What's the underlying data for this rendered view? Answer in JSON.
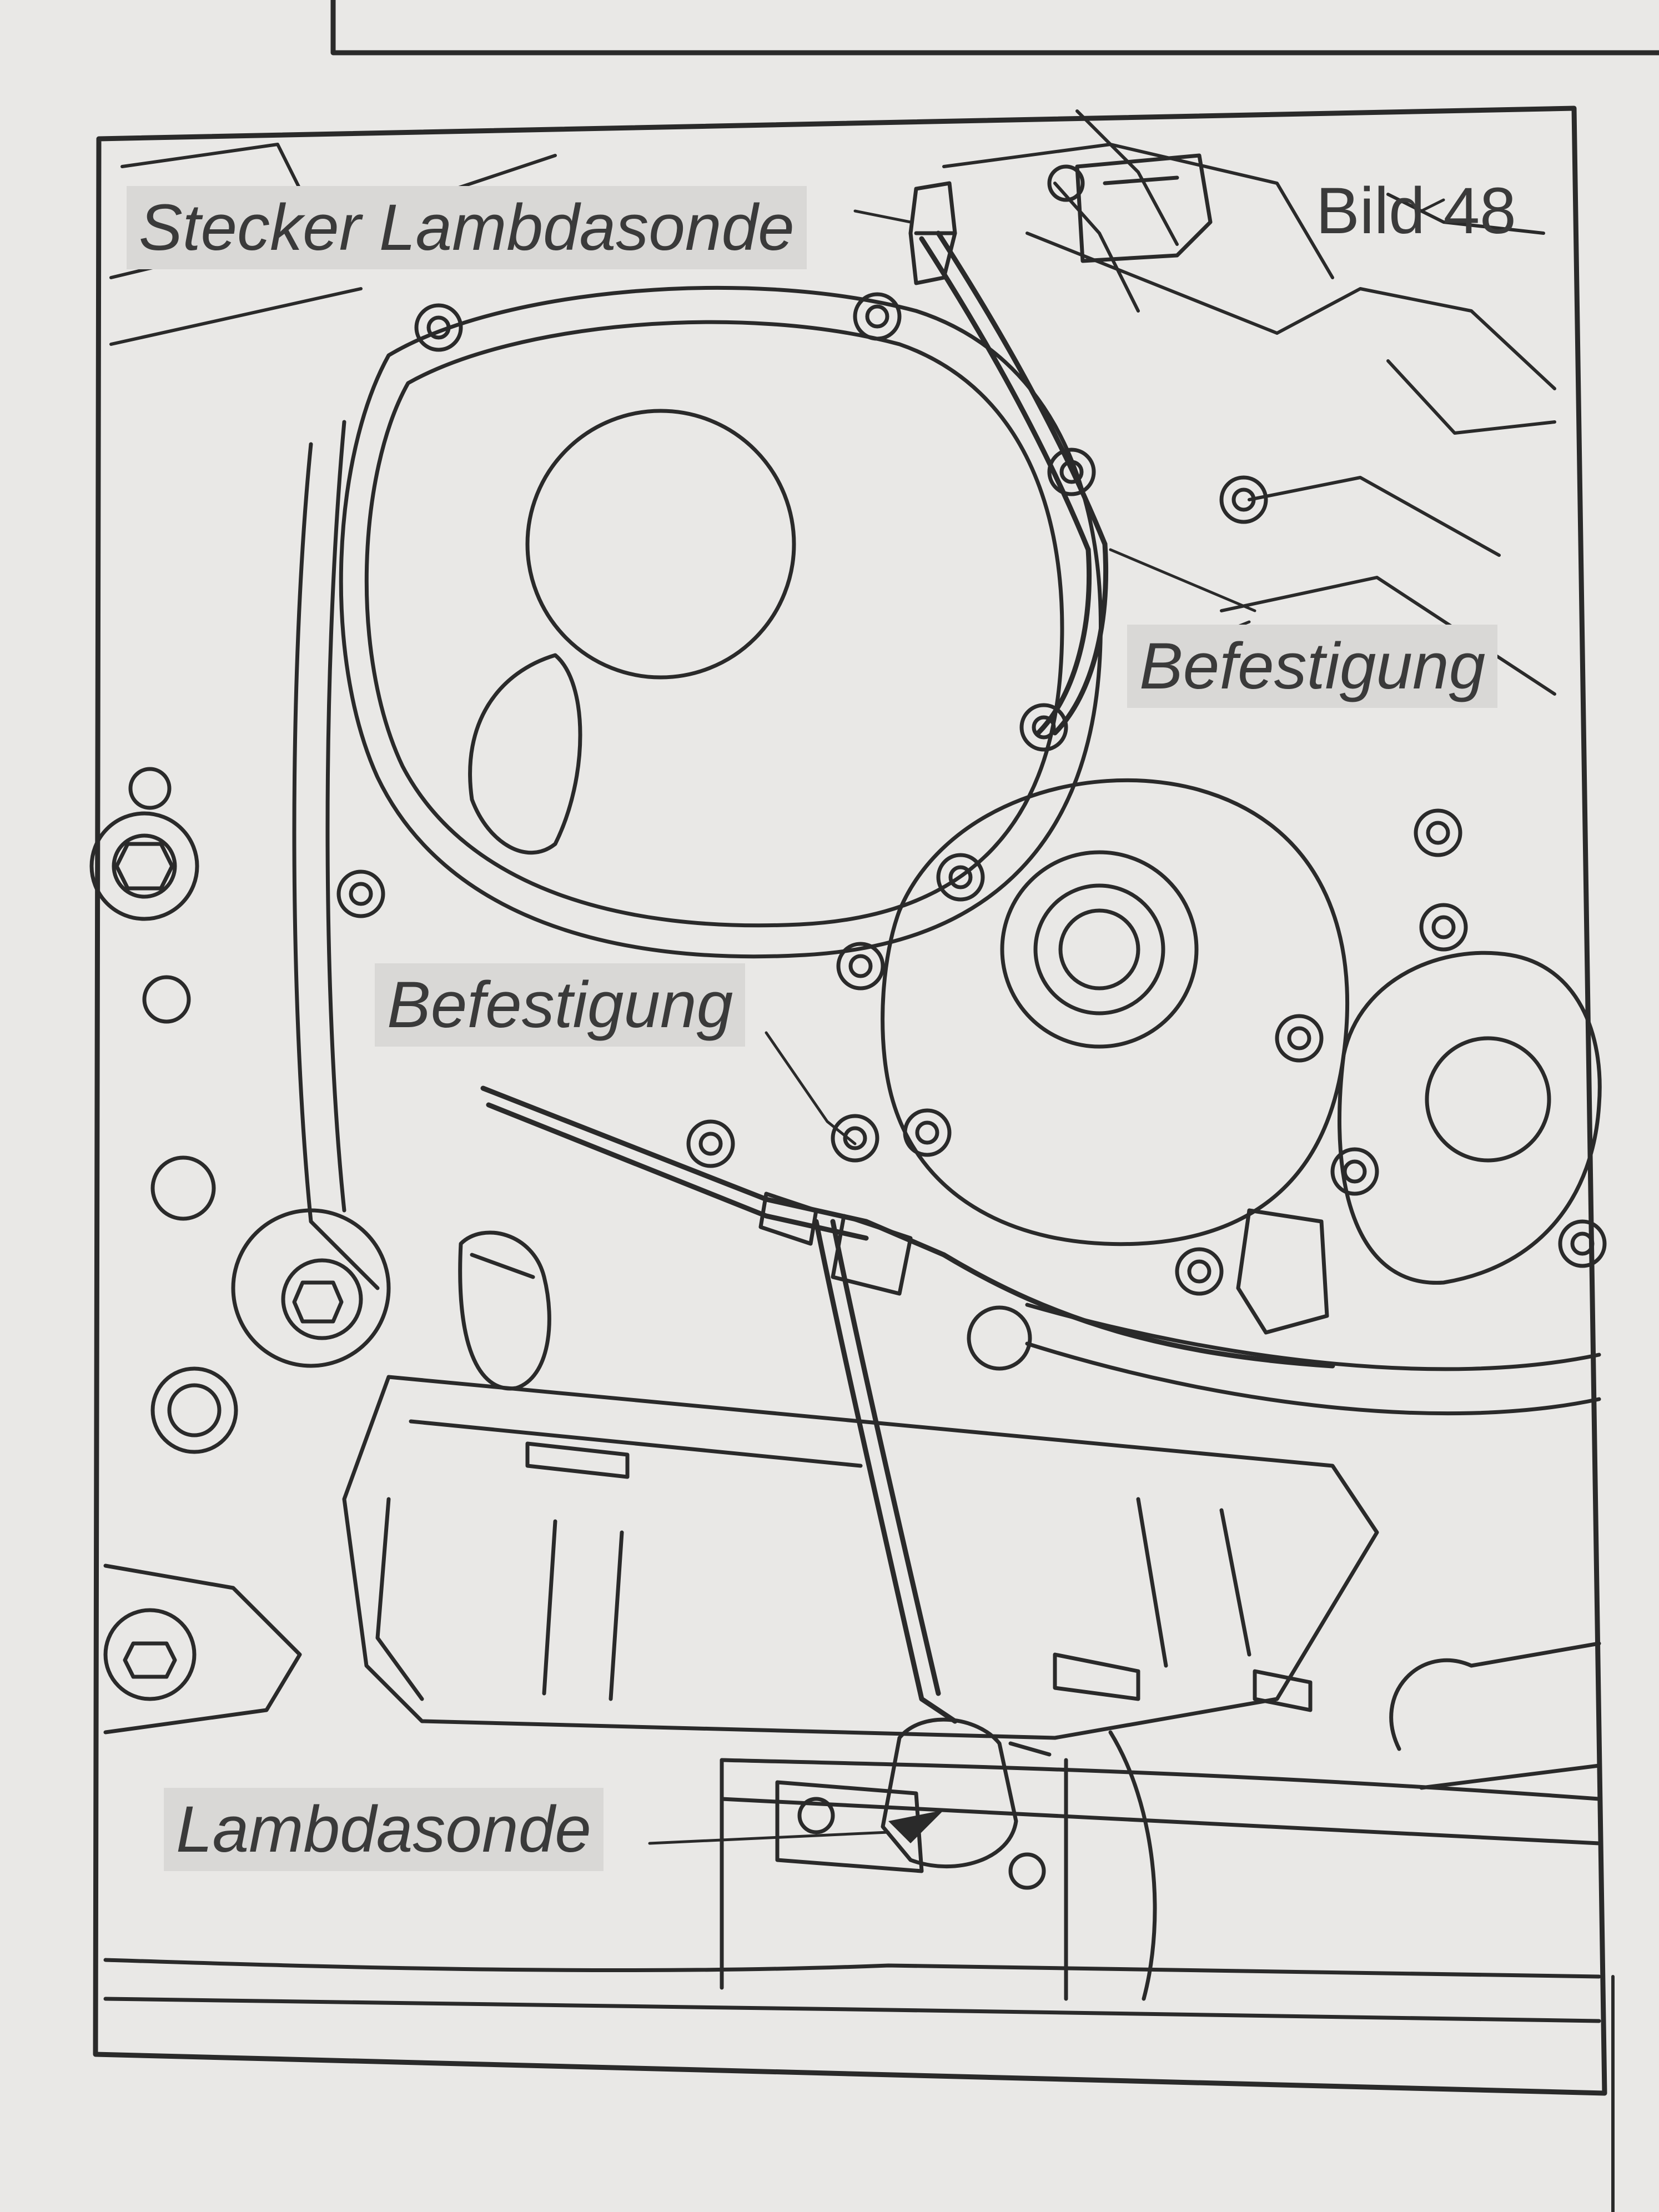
{
  "figure_number": "Bild 48",
  "labels": {
    "connector": "Stecker Lambdasonde",
    "mount_upper": "Befestigung",
    "mount_lower": "Befestigung",
    "sensor": "Lambdasonde"
  },
  "colors": {
    "paper": "#e9e8e6",
    "line": "#2a2a2a",
    "label_bg": "#d9d8d6",
    "text": "#3a3a3a"
  }
}
